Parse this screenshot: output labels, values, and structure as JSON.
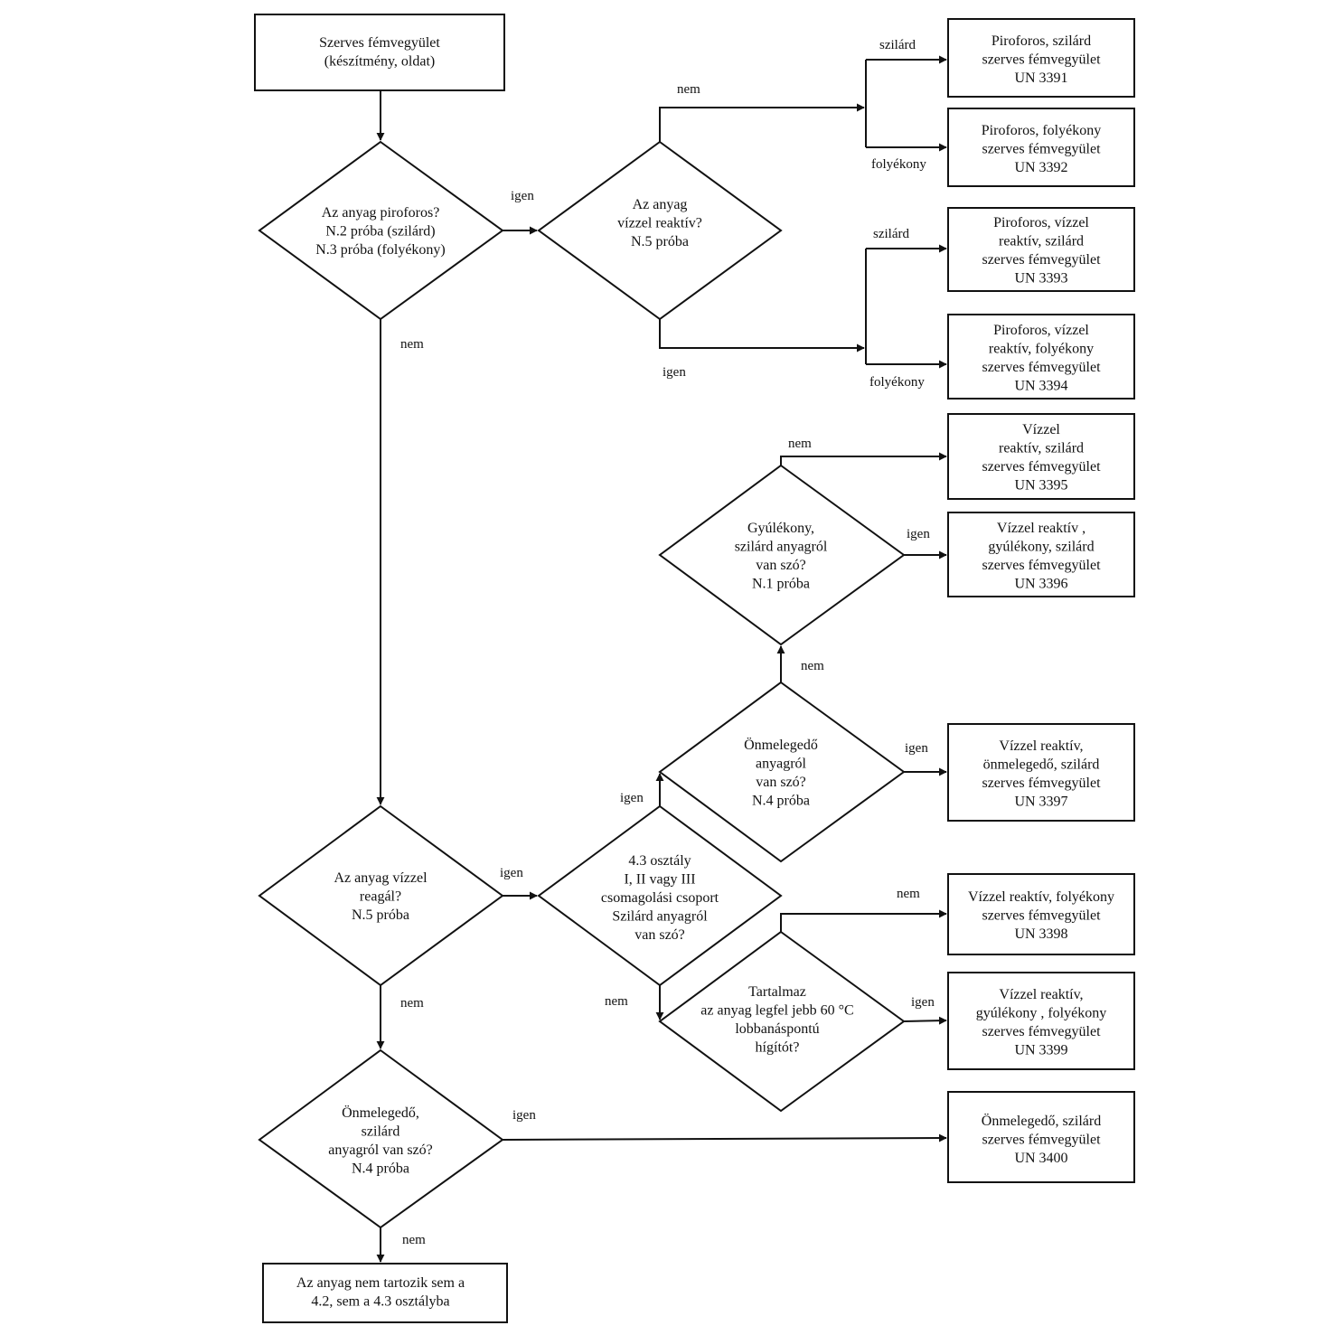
{
  "nodes": {
    "start": [
      "Szerves fémvegyület",
      "(készítmény, oldat)"
    ],
    "q_pyro": [
      "Az  anyag piroforos?",
      "N.2 próba (szilárd)",
      "N.3 próba (folyékony)"
    ],
    "q_pyro_water": [
      "Az anyag",
      "vízzel reaktív?",
      "N.5 próba"
    ],
    "un3391": [
      "Piroforos, szilárd",
      "szerves fémvegyület",
      "UN 3391"
    ],
    "un3392": [
      "Piroforos, folyékony",
      "szerves fémvegyület",
      "UN 3392"
    ],
    "un3393": [
      "Piroforos, vízzel",
      "reaktív, szilárd",
      "szerves fémvegyület",
      "UN 3393"
    ],
    "un3394": [
      "Piroforos, vízzel",
      "reaktív, folyékony",
      "szerves fémvegyület",
      "UN 3394"
    ],
    "q_water": [
      "Az anyag vízzel",
      "reagál?",
      "N.5 próba"
    ],
    "q_class43": [
      "4.3 osztály",
      "I, II vagy III",
      "csomagolási csoport",
      "Szilárd anyagról",
      "van szó?"
    ],
    "q_selfheat_w": [
      "Önmelegedő",
      "anyagról",
      "van szó?",
      "N.4 próba"
    ],
    "q_flam_solid": [
      "Gyúlékony,",
      "szilárd anyagról",
      "van szó?",
      "N.1 próba"
    ],
    "un3395": [
      "Vízzel",
      "reaktív, szilárd",
      "szerves fémvegyület",
      "UN 3395"
    ],
    "un3396": [
      "Vízzel  reaktív ,",
      "gyúlékony, szilárd",
      "szerves fémvegyület",
      "UN 3396"
    ],
    "un3397": [
      "Vízzel reaktív,",
      "önmelegedő, szilárd",
      "szerves fémvegyület",
      "UN 3397"
    ],
    "q_flash": [
      "Tartalmaz",
      "az anyag legfel jebb 60 °C",
      "lobbanáspontú",
      "hígítót?"
    ],
    "un3398": [
      "Vízzel reaktív, folyékony",
      "szerves fémvegyület",
      "UN 3398"
    ],
    "un3399": [
      "Vízzel reaktív,",
      "gyúlékony , folyékony",
      "szerves fémvegyület",
      "UN 3399"
    ],
    "q_selfheat": [
      "Önmelegedő,",
      "szilárd",
      "anyagról van szó?",
      "N.4 próba"
    ],
    "un3400": [
      "Önmelegedő, szilárd",
      "szerves fémvegyület",
      "UN 3400"
    ],
    "end": [
      "Az anyag nem  tartozik sem a",
      "4.2, sem a 4.3 osztályba"
    ]
  },
  "labels": {
    "pyro_yes": "igen",
    "pyro_no": "nem",
    "pw_no": "nem",
    "pw_yes": "igen",
    "solid_1": "szilárd",
    "liquid_1": "folyékony",
    "solid_2": "szilárd",
    "liquid_2": "folyékony",
    "water_yes": "igen",
    "water_no": "nem",
    "c43_yes": "igen",
    "c43_no": "nem",
    "sh_yes": "igen",
    "sh_no": "nem",
    "flam_no": "nem",
    "flam_yes": "igen",
    "flash_no": "nem",
    "flash_yes": "igen",
    "selfheat_yes": "igen",
    "selfheat_no": "nem"
  }
}
